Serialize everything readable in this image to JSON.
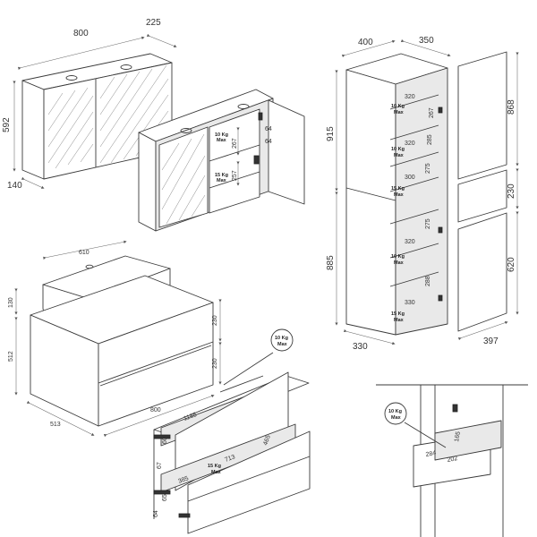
{
  "mirror_cabinet": {
    "width": "800",
    "depth": "225",
    "height": "592",
    "bottom_depth": "140",
    "shelf_gaps": [
      "267",
      "257"
    ],
    "shelf_depths": [
      "64",
      "64"
    ],
    "load_labels": [
      "10 Kg",
      "15 Kg"
    ],
    "load_unit": "Max"
  },
  "tall_cabinet": {
    "width": "400",
    "depth": "350",
    "base_depth": "330",
    "upper_height": "915",
    "lower_height": "885",
    "internal_widths": [
      "320",
      "320",
      "300",
      "320",
      "330"
    ],
    "internal_heights": [
      "267",
      "285",
      "275",
      "275",
      "288"
    ],
    "load_labels": [
      "10 Kg",
      "10 Kg",
      "15 Kg",
      "10 Kg",
      "15 Kg"
    ],
    "load_unit": "Max"
  },
  "side_panel": {
    "heights": [
      "868",
      "230",
      "620"
    ],
    "depth": "397"
  },
  "vanity": {
    "basin_width": "610",
    "basin_height": "130",
    "body_height": "512",
    "width": "800",
    "depth": "513",
    "drawer_heights": [
      "230",
      "230"
    ]
  },
  "drawers": {
    "load_top": "10 Kg",
    "load_bottom": "15 Kg",
    "load_unit": "Max",
    "dims": [
      "1185",
      "713",
      "465",
      "60",
      "385",
      "65",
      "67",
      "64"
    ]
  },
  "detail": {
    "load": "10 Kg",
    "load_unit": "Max",
    "dims": [
      "284",
      "202",
      "165"
    ]
  }
}
